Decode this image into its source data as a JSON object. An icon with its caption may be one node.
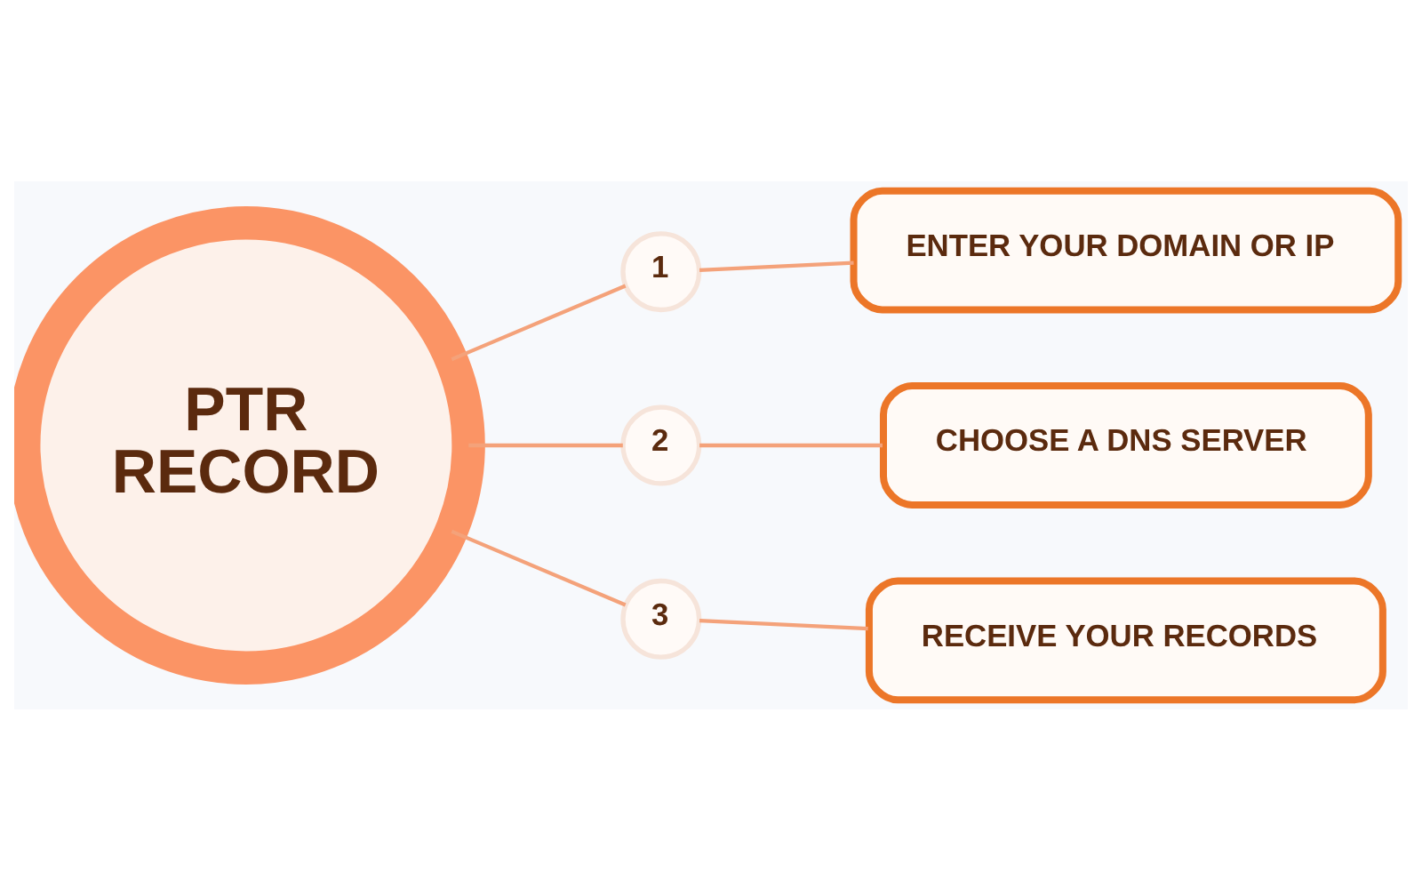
{
  "diagram": {
    "nodes": [
      {
        "text": [
          "PTR RECORD"
        ]
      },
      {
        "text": [
          "1"
        ]
      },
      {
        "text": [
          "ENTER YOUR DOMAIN OR IP"
        ]
      },
      {
        "text": [
          "2"
        ]
      },
      {
        "text": [
          "CHOOSE A DNS SERVER"
        ]
      },
      {
        "text": [
          "3"
        ]
      },
      {
        "text": [
          "RECEIVE YOUR RECORDS"
        ]
      }
    ],
    "edges": [
      {
        "from": 0,
        "to": 1,
        "arrow": "none"
      },
      {
        "from": 1,
        "to": 2,
        "arrow": "none"
      },
      {
        "from": 0,
        "to": 3,
        "arrow": "none"
      },
      {
        "from": 3,
        "to": 4,
        "arrow": "none"
      },
      {
        "from": 0,
        "to": 5,
        "arrow": "none"
      },
      {
        "from": 5,
        "to": 6,
        "arrow": "none"
      }
    ]
  }
}
